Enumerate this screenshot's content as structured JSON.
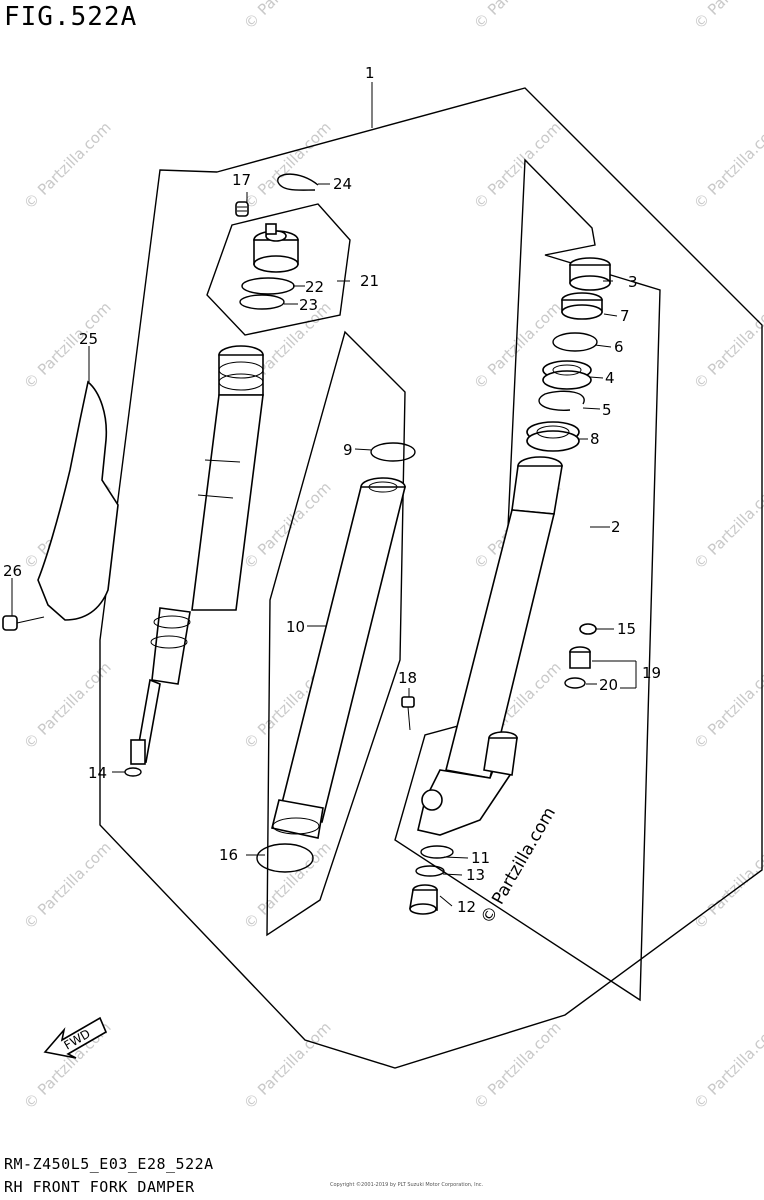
{
  "figure_title": "FIG.522A",
  "footer": {
    "code": "RM-Z450L5_E03_E28_522A",
    "description": "RH FRONT FORK DAMPER"
  },
  "watermark": "© Partzilla.com",
  "callouts": {
    "c1": "1",
    "c2": "2",
    "c3": "3",
    "c4": "4",
    "c5": "5",
    "c6": "6",
    "c7": "7",
    "c8": "8",
    "c9": "9",
    "c10": "10",
    "c11": "11",
    "c12": "12",
    "c13": "13",
    "c14": "14",
    "c15": "15",
    "c16": "16",
    "c17": "17",
    "c18": "18",
    "c19": "19",
    "c20": "20",
    "c21": "21",
    "c22": "22",
    "c23": "23",
    "c24": "24",
    "c25": "25",
    "c26": "26"
  },
  "fwd_label": "FWD",
  "copyright_small": "Copyright ©2001-2019 by PLT Suzuki Motor Corporation, Inc."
}
